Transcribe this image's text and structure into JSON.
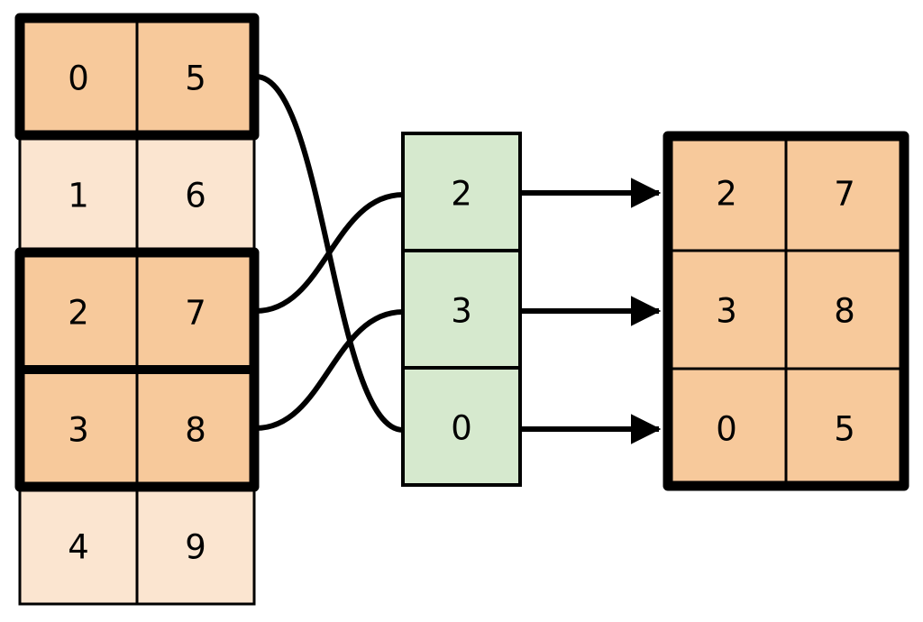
{
  "diagram": {
    "title": "array-gather-permutation-diagram",
    "colors": {
      "highlight_fill": "#F7C99B",
      "normal_fill": "#FBE5D0",
      "index_fill": "#D6E9CE",
      "stroke": "#000000",
      "background": "#FFFFFF"
    },
    "source_table": {
      "name": "source-array",
      "columns": 2,
      "rows": [
        {
          "values": [
            "0",
            "5"
          ],
          "highlighted": true
        },
        {
          "values": [
            "1",
            "6"
          ],
          "highlighted": false
        },
        {
          "values": [
            "2",
            "7"
          ],
          "highlighted": true
        },
        {
          "values": [
            "3",
            "8"
          ],
          "highlighted": true
        },
        {
          "values": [
            "4",
            "9"
          ],
          "highlighted": false
        }
      ]
    },
    "index_column": {
      "name": "index-array",
      "columns": 1,
      "rows": [
        {
          "values": [
            "2"
          ]
        },
        {
          "values": [
            "3"
          ]
        },
        {
          "values": [
            "0"
          ]
        }
      ]
    },
    "result_table": {
      "name": "result-array",
      "columns": 2,
      "rows": [
        {
          "values": [
            "2",
            "7"
          ],
          "highlighted": true
        },
        {
          "values": [
            "3",
            "8"
          ],
          "highlighted": true
        },
        {
          "values": [
            "0",
            "5"
          ],
          "highlighted": true
        }
      ]
    },
    "connectors": [
      {
        "name": "connector-source-row-0-to-index-row-2",
        "from_row": 0,
        "to_index_row": 2
      },
      {
        "name": "connector-source-row-2-to-index-row-0",
        "from_row": 2,
        "to_index_row": 0
      },
      {
        "name": "connector-source-row-3-to-index-row-1",
        "from_row": 3,
        "to_index_row": 1
      }
    ],
    "arrows": [
      {
        "name": "arrow-index-row-0-to-result-row-0",
        "from_index_row": 0,
        "to_result_row": 0
      },
      {
        "name": "arrow-index-row-1-to-result-row-1",
        "from_index_row": 1,
        "to_result_row": 1
      },
      {
        "name": "arrow-index-row-2-to-result-row-2",
        "from_index_row": 2,
        "to_result_row": 2
      }
    ]
  }
}
